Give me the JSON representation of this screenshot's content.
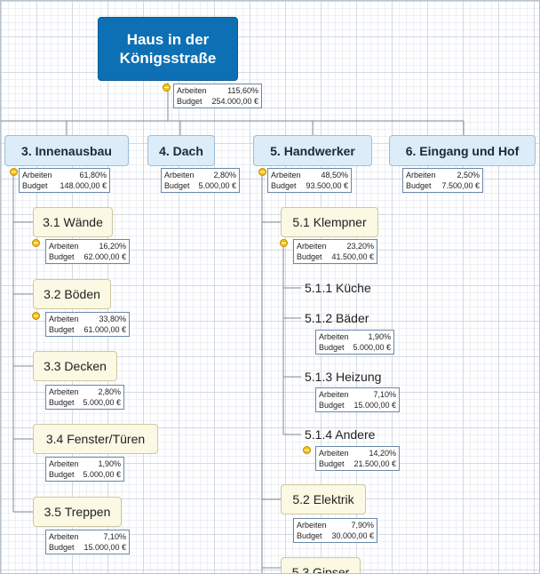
{
  "root": {
    "title": "Haus in der\nKönigsstraße",
    "arbeiten_label": "Arbeiten",
    "arbeiten": "115,60%",
    "budget_label": "Budget",
    "budget": "254.000,00 €"
  },
  "main": [
    {
      "label": "3.  Innenausbau",
      "arbeiten": "61,80%",
      "budget": "148.000,00 €"
    },
    {
      "label": "4.  Dach",
      "arbeiten": "2,80%",
      "budget": "5.000,00 €"
    },
    {
      "label": "5.  Handwerker",
      "arbeiten": "48,50%",
      "budget": "93.500,00 €"
    },
    {
      "label": "6.  Eingang und Hof",
      "arbeiten": "2,50%",
      "budget": "7.500,00 €"
    }
  ],
  "innenausbau": [
    {
      "label": "3.1  Wände",
      "arbeiten": "16,20%",
      "budget": "62.000,00 €"
    },
    {
      "label": "3.2  Böden",
      "arbeiten": "33,80%",
      "budget": "61.000,00 €"
    },
    {
      "label": "3.3  Decken",
      "arbeiten": "2,80%",
      "budget": "5.000,00 €"
    },
    {
      "label": "3.4  Fenster/Türen",
      "arbeiten": "1,90%",
      "budget": "5.000,00 €"
    },
    {
      "label": "3.5  Treppen",
      "arbeiten": "7,10%",
      "budget": "15.000,00 €"
    }
  ],
  "handwerker": [
    {
      "label": "5.1  Klempner",
      "arbeiten": "23,20%",
      "budget": "41.500,00 €"
    },
    {
      "label": "5.2  Elektrik",
      "arbeiten": "7,90%",
      "budget": "30.000,00 €"
    },
    {
      "label": "5.3  Gipser"
    }
  ],
  "klempner": [
    {
      "label": "5.1.1  Küche"
    },
    {
      "label": "5.1.2  Bäder",
      "arbeiten": "1,90%",
      "budget": "5.000,00 €"
    },
    {
      "label": "5.1.3  Heizung",
      "arbeiten": "7,10%",
      "budget": "15.000,00 €"
    },
    {
      "label": "5.1.4  Andere",
      "arbeiten": "14,20%",
      "budget": "21.500,00 €"
    }
  ],
  "labels": {
    "arbeiten": "Arbeiten",
    "budget": "Budget"
  },
  "colors": {
    "root": "#0e70b4",
    "main": "#dcecf8",
    "sub": "#fbf8e4",
    "toggle": "#f5c21a",
    "connector": "#7d8a96"
  },
  "icons": {
    "toggle": "collapse-toggle-icon"
  }
}
